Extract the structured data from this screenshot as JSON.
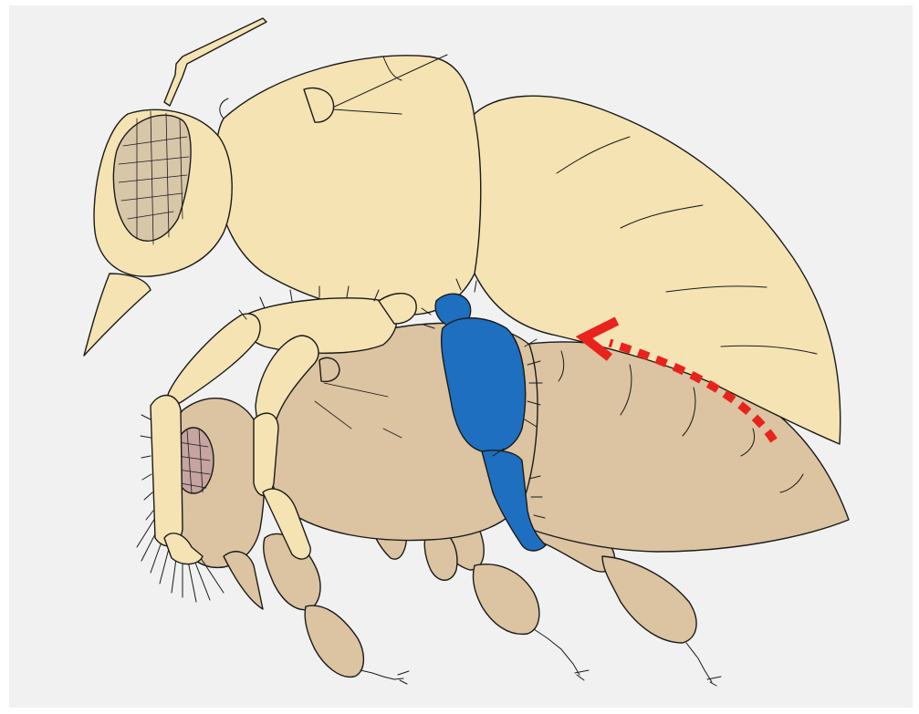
{
  "image": {
    "subject": "",
    "elements": [
      {
        "name": "upper-insect-body",
        "color": "#f5e3b3"
      },
      {
        "name": "lower-insect-body",
        "color": "#dcc3a1"
      },
      {
        "name": "highlighted-hind-leg",
        "color": "#1e6fbf"
      },
      {
        "name": "dotted-arrow",
        "color": "#e8231c"
      }
    ],
    "colors": {
      "background": "#f1f1f1",
      "upper_body": "#f5e3b3",
      "lower_body": "#dcc3a1",
      "highlight_leg": "#1e6fbf",
      "arrow": "#e8231c",
      "outline": "#1a1a1a"
    }
  }
}
